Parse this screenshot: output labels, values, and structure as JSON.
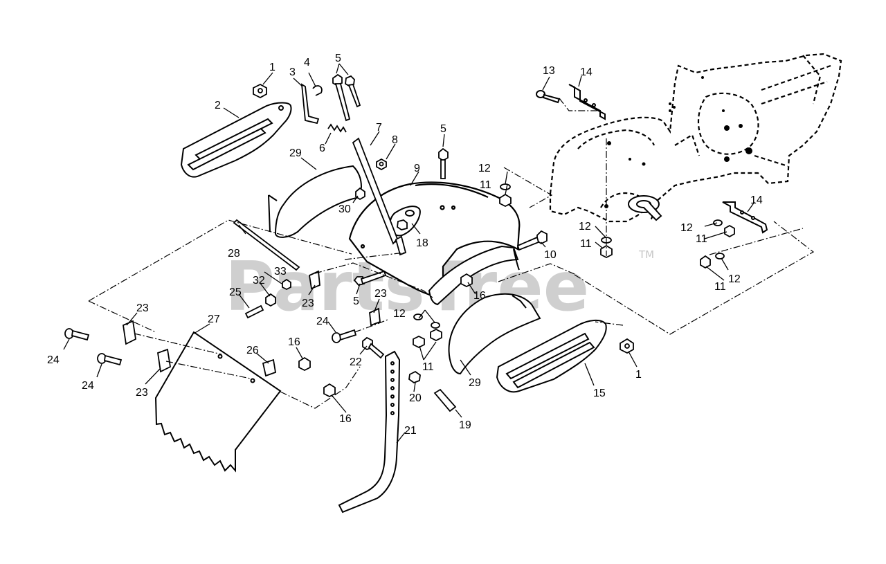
{
  "watermark": {
    "text": "PartsTree",
    "trademark": "TM"
  },
  "callouts": {
    "c1a": "1",
    "c1b": "1",
    "c2": "2",
    "c3": "3",
    "c4": "4",
    "c5a": "5",
    "c5b": "5",
    "c5c": "5",
    "c6": "6",
    "c7": "7",
    "c8": "8",
    "c9": "9",
    "c10": "10",
    "c11a": "11",
    "c11b": "11",
    "c11c": "11",
    "c11d": "11",
    "c11e": "11",
    "c12a": "12",
    "c12b": "12",
    "c12c": "12",
    "c12d": "12",
    "c12e": "12",
    "c13": "13",
    "c14a": "14",
    "c14b": "14",
    "c15": "15",
    "c16a": "16",
    "c16b": "16",
    "c16c": "16",
    "c18": "18",
    "c19": "19",
    "c20": "20",
    "c21": "21",
    "c22": "22",
    "c23a": "23",
    "c23b": "23",
    "c23c": "23",
    "c23d": "23",
    "c24a": "24",
    "c24b": "24",
    "c24c": "24",
    "c25": "25",
    "c26": "26",
    "c27": "27",
    "c28": "28",
    "c29a": "29",
    "c29b": "29",
    "c30": "30",
    "c32": "32",
    "c33": "33"
  }
}
